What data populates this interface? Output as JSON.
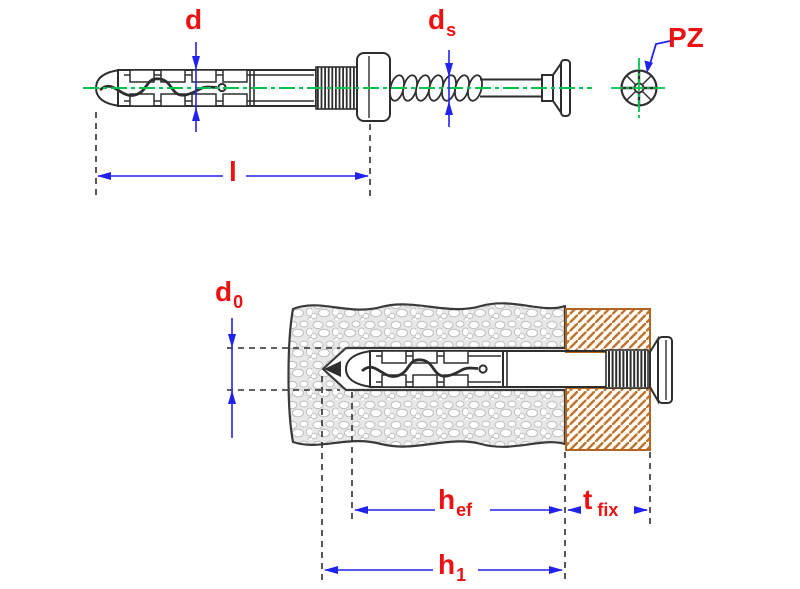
{
  "figure": {
    "type": "technical-drawing",
    "views": {
      "side_view": {
        "dimension_labels": {
          "d": {
            "main": "d"
          },
          "ds": {
            "main": "d",
            "sub": "s"
          },
          "l": {
            "main": "l"
          },
          "pz": {
            "main": "PZ"
          }
        }
      },
      "installed_section": {
        "dimension_labels": {
          "d0": {
            "main": "d",
            "sub": "0"
          },
          "hef": {
            "main": "h",
            "sub": "ef"
          },
          "tfix": {
            "main": "t",
            "sub": "fix"
          },
          "h1": {
            "main": "h",
            "sub": "1"
          }
        }
      }
    }
  },
  "colors": {
    "label": "#ee1111",
    "dim": "#2222ee",
    "center": "#00c44c",
    "line": "#2e2e2e",
    "hatch": "#c0752f",
    "hatch-border": "#b3641f",
    "wall-bg": "#e8e8e8",
    "pebble": "#ffffff",
    "pebble-stroke": "#bfbfbf",
    "canvas": "#ffffff"
  }
}
